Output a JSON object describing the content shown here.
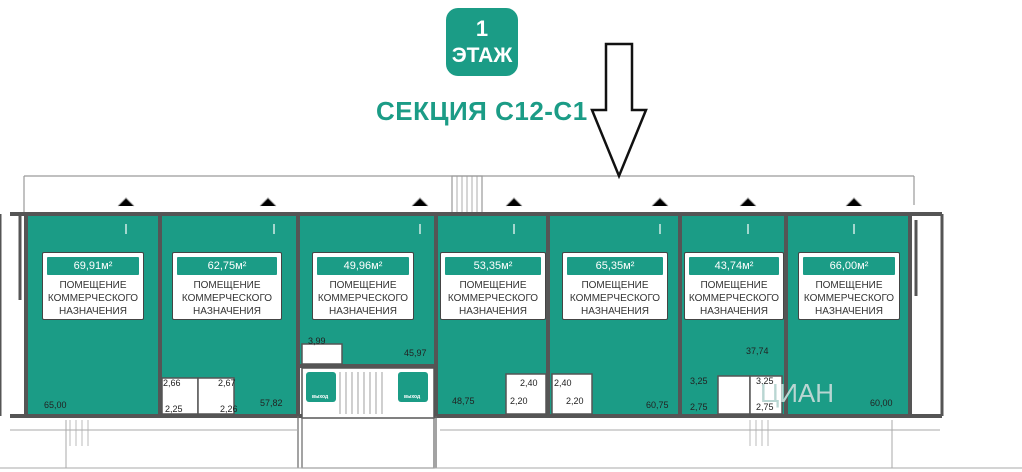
{
  "floor": {
    "number": "1",
    "label": "ЭТАЖ"
  },
  "section_title": "СЕКЦИЯ С12-С1",
  "units": [
    {
      "area": "69,91м²",
      "desc": "ПОМЕЩЕНИЕ\nКОММЕРЧЕСКОГО\nНАЗНАЧЕНИЯ"
    },
    {
      "area": "62,75м²",
      "desc": "ПОМЕЩЕНИЕ\nКОММЕРЧЕСКОГО\nНАЗНАЧЕНИЯ"
    },
    {
      "area": "49,96м²",
      "desc": "ПОМЕЩЕНИЕ\nКОММЕРЧЕСКОГО\nНАЗНАЧЕНИЯ"
    },
    {
      "area": "53,35м²",
      "desc": "ПОМЕЩЕНИЕ\nКОММЕРЧЕСКОГО\nНАЗНАЧЕНИЯ"
    },
    {
      "area": "65,35м²",
      "desc": "ПОМЕЩЕНИЕ\nКОММЕРЧЕСКОГО\nНАЗНАЧЕНИЯ"
    },
    {
      "area": "43,74м²",
      "desc": "ПОМЕЩЕНИЕ\nКОММЕРЧЕСКОГО\nНАЗНАЧЕНИЯ"
    },
    {
      "area": "66,00м²",
      "desc": "ПОМЕЩЕНИЕ\nКОММЕРЧЕСКОГО\nНАЗНАЧЕНИЯ"
    }
  ],
  "dims": [
    "65,00",
    "2,66",
    "2,67",
    "2,25",
    "2,26",
    "57,82",
    "3,99",
    "45,97",
    "48,75",
    "2,40",
    "2,20",
    "2,40",
    "2,20",
    "60,75",
    "37,74",
    "3,25",
    "3,25",
    "2,75",
    "2,75",
    "60,00"
  ],
  "signs": {
    "left": "выход",
    "right": "выход"
  },
  "watermark": "ЦИАН",
  "colors": {
    "teal": "#1b9c86",
    "wall": "#555555"
  }
}
